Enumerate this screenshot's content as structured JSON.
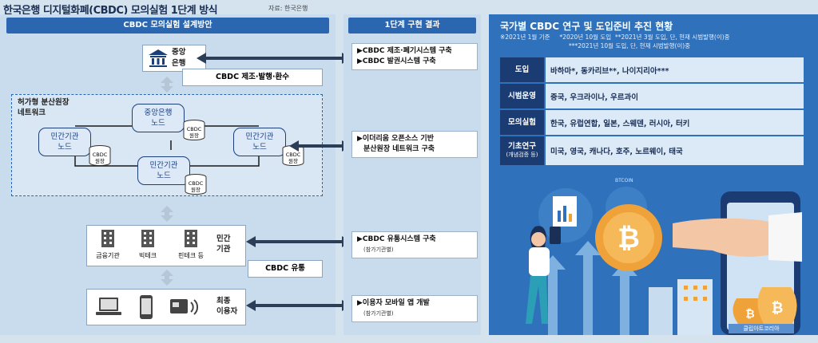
{
  "title": "한국은행 디지털화폐(CBDC) 모의실험 1단계 방식",
  "source": "자료: 한국은행",
  "left": {
    "header": "CBDC 모의실험 설계방안",
    "central_bank": "중앙\n은행",
    "central_bank_role": "CBDC 제조·발행·환수",
    "network_label": "허가형 분산원장\n네트워크",
    "node_central": [
      "중앙은행",
      "노드"
    ],
    "node_private": [
      "민간기관",
      "노드"
    ],
    "ledger": [
      "CBDC",
      "원장"
    ],
    "institutions": [
      "금융기관",
      "빅테크",
      "핀테크 등"
    ],
    "private_label": "민간\n기관",
    "circulation": "CBDC 유통",
    "end_user_label": "최종\n이용자"
  },
  "middle": {
    "header": "1단계 구현 결과",
    "r1": [
      "▶CBDC 제조·폐기시스템 구축",
      "▶CBDC 발권시스템 구축"
    ],
    "r2": [
      "▶이더리움 오픈소스 기반",
      "분산원장 네트워크 구축"
    ],
    "r3": [
      "▶CBDC 유통시스템 구축",
      "(참가기관별)"
    ],
    "r4": [
      "▶이용자 모바일 앱 개발",
      "(참가기관별)"
    ]
  },
  "right": {
    "title": "국가별 CBDC 연구 및 도입준비 추진 현황",
    "note1": "※2021년 1월 기준     *2020년 10월 도입  **2021년 3월 도입, 단, 현재 시범발행(이)중",
    "note2": "***2021년 10월 도입, 단, 현재 시범발행(이)중",
    "rows": [
      {
        "key": "도입",
        "sub": "",
        "val": "바하마*, 동카리브**, 나이지리아***"
      },
      {
        "key": "시범운영",
        "sub": "",
        "val": "중국, 우크라이나, 우르과이"
      },
      {
        "key": "모의실험",
        "sub": "",
        "val": "한국, 유럽연합, 일본, 스웨덴, 러시아, 터키"
      },
      {
        "key": "기초연구",
        "sub": "(개념검증 등)",
        "val": "미국, 영국, 캐나다, 호주, 노르웨이, 태국"
      }
    ],
    "coin_text": "BTCOIN",
    "credit": "클립아트코리아"
  },
  "colors": {
    "accent": "#2b66b1",
    "navy": "#1a3c73",
    "coin": "#f0a23a"
  }
}
